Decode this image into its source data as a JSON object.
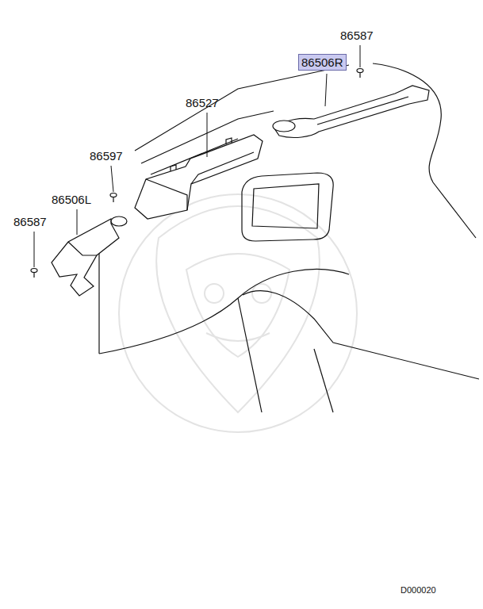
{
  "diagram": {
    "nodes": [
      {
        "text": [
          "86506R"
        ]
      }
    ],
    "labels": [
      "86587",
      "86527",
      "86597",
      "86506L",
      "86587",
      "D000020"
    ]
  }
}
